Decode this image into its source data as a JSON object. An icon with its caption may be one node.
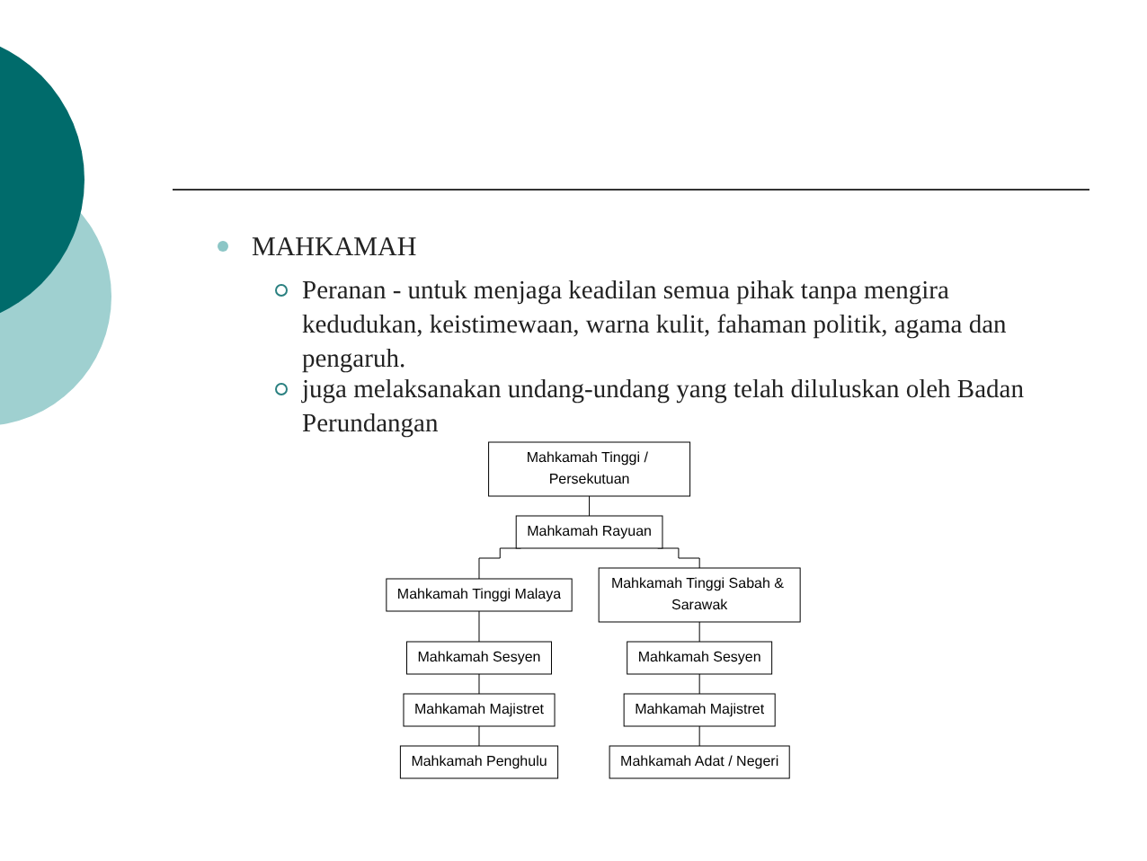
{
  "diagram": {
    "nodes": [
      {
        "text": [
          "Mahkamah Tinggi / Persekutuan"
        ]
      },
      {
        "text": [
          "Mahkamah Rayuan"
        ]
      },
      {
        "text": [
          "Mahkamah Tinggi Malaya"
        ]
      },
      {
        "text": [
          "Mahkamah Tinggi Sabah & Sarawak"
        ]
      },
      {
        "text": [
          "Mahkamah Sesyen"
        ]
      },
      {
        "text": [
          "Mahkamah Majistret"
        ]
      },
      {
        "text": [
          "Mahkamah Penghulu"
        ]
      },
      {
        "text": [
          "Mahkamah Sesyen"
        ]
      },
      {
        "text": [
          "Mahkamah Majistret"
        ]
      },
      {
        "text": [
          "Mahkamah Adat / Negeri"
        ]
      }
    ],
    "edges": [
      {
        "from": 0,
        "to": 1,
        "arrow": "none"
      },
      {
        "from": 1,
        "to": 2,
        "arrow": "none"
      },
      {
        "from": 1,
        "to": 3,
        "arrow": "none"
      },
      {
        "from": 2,
        "to": 4,
        "arrow": "none"
      },
      {
        "from": 4,
        "to": 5,
        "arrow": "none"
      },
      {
        "from": 5,
        "to": 6,
        "arrow": "none"
      },
      {
        "from": 3,
        "to": 7,
        "arrow": "none"
      },
      {
        "from": 7,
        "to": 8,
        "arrow": "none"
      },
      {
        "from": 8,
        "to": 9,
        "arrow": "none"
      }
    ],
    "labels": [
      "MAHKAMAH",
      "Peranan - untuk menjaga keadilan semua pihak tanpa mengira kedudukan, keistimewaan, warna kulit, fahaman politik, agama dan pengaruh.",
      "juga melaksanakan undang-undang yang telah diluluskan oleh Badan Perundangan"
    ]
  }
}
